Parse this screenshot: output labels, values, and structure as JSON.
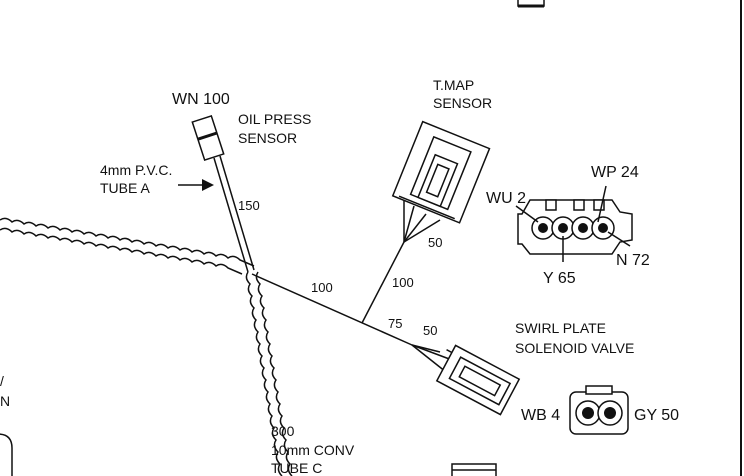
{
  "labels": {
    "wn100": "WN 100",
    "oil_press_1": "OIL PRESS",
    "oil_press_2": "SENSOR",
    "tube_a_1": "4mm P.V.C.",
    "tube_a_2": "TUBE A",
    "tmap_1": "T.MAP",
    "tmap_2": "SENSOR",
    "wu2": "WU 2",
    "wp24": "WP 24",
    "n72": "N 72",
    "y65": "Y 65",
    "swirl_1": "SWIRL PLATE",
    "swirl_2": "SOLENOID VALVE",
    "wb4": "WB 4",
    "gy50": "GY 50",
    "tube_c_1": "300",
    "tube_c_2": "10mm CONV",
    "tube_c_3": "TUBE C",
    "edge_n": "N",
    "edge_slash": "/"
  },
  "lengths": {
    "oil_branch": "150",
    "trunk": "100",
    "tmap_branch": "100",
    "tmap_split": "50",
    "swirl_trunk": "75",
    "swirl_split": "50"
  }
}
